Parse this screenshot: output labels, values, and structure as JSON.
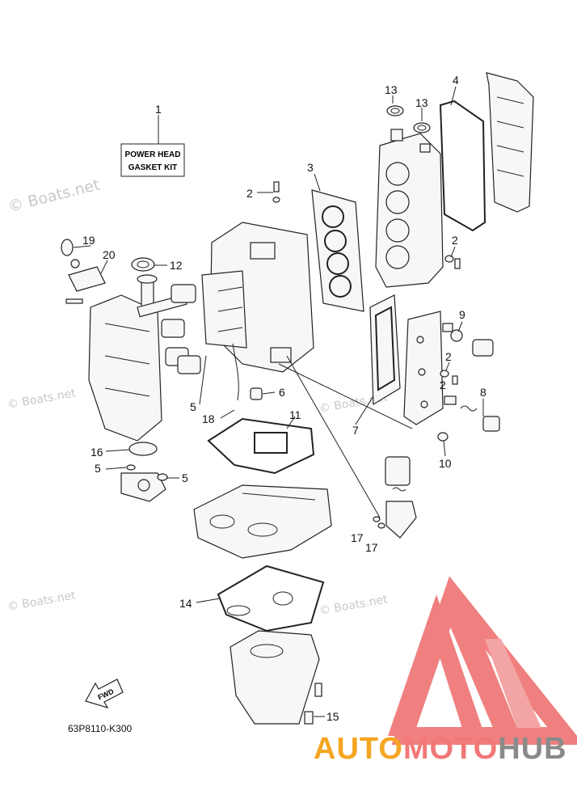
{
  "watermark": {
    "text": "© Boats.net",
    "instances": 5
  },
  "kit_label": {
    "line1": "POWER HEAD",
    "line2": "GASKET KIT"
  },
  "callouts": [
    "1",
    "2",
    "2",
    "2",
    "2",
    "3",
    "4",
    "5",
    "5",
    "5",
    "6",
    "7",
    "8",
    "9",
    "10",
    "11",
    "12",
    "13",
    "13",
    "14",
    "15",
    "16",
    "17",
    "17",
    "18",
    "19",
    "20"
  ],
  "fwd_label": "FWD",
  "diagram_code": "63P8110-K300",
  "brand": {
    "part1": "AUTO",
    "part2": "MOTO",
    "part3": "HUB",
    "color_orange": "#f5a623",
    "color_pink": "#f27878",
    "color_gray": "#8a8a8a",
    "color_logo": "#f07a7a"
  }
}
